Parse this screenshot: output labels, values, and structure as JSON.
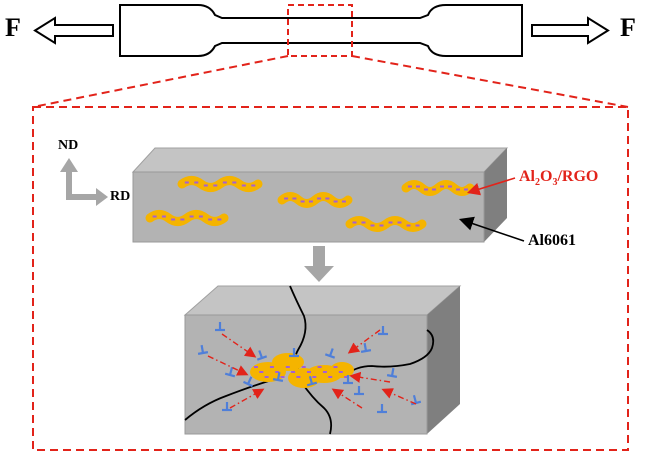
{
  "force_left": "F",
  "force_right": "F",
  "axes": {
    "normal": "ND",
    "rolling": "RD"
  },
  "labels": {
    "reinforcement": {
      "main": "Al",
      "sub1": "2",
      "mid": "O",
      "sub2": "3",
      "tail": "/RGO"
    },
    "matrix": "Al6061"
  },
  "colors": {
    "outline": "#000000",
    "dashed_frame": "#e2231a",
    "block_top": "#bfbfbf",
    "block_front": "#b3b3b3",
    "block_side": "#7f7f7f",
    "reinforcement_fill": "#f5b400",
    "reinforcement_dots": "#a45fd6",
    "dislocation": "#4f7fd9",
    "axis_arrow": "#a6a6a6",
    "callout_red": "#e2231a"
  }
}
